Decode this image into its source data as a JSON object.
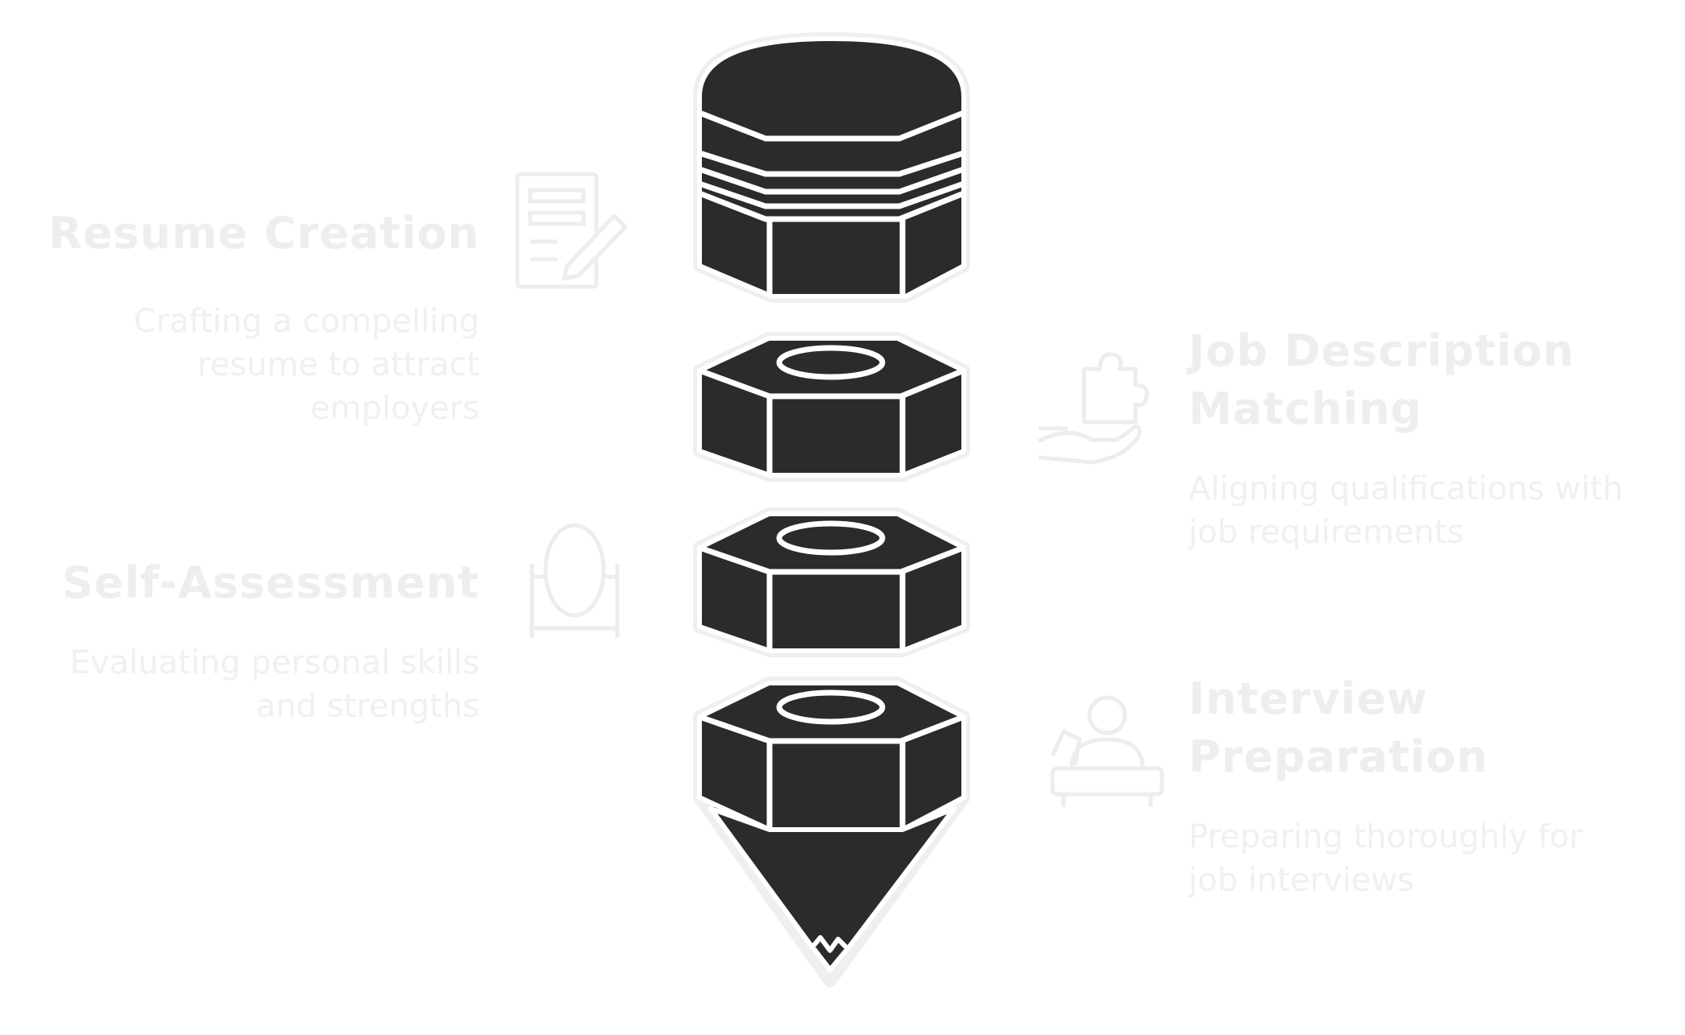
{
  "items": [
    {
      "title": "Resume Creation",
      "description": "Crafting a compelling resume to attract employers",
      "icon": "document-pencil-icon"
    },
    {
      "title": "Job Description Matching",
      "description": "Aligning qualifications with job requirements",
      "icon": "hand-puzzle-icon"
    },
    {
      "title": "Self-Assessment",
      "description": "Evaluating personal skills and strengths",
      "icon": "mirror-icon"
    },
    {
      "title": "Interview Preparation",
      "description": "Preparing thoroughly for job interviews",
      "icon": "person-desk-icon"
    }
  ],
  "colors": {
    "segment_fill": "#2b2b2b",
    "outline": "#ffffff",
    "halo": "#efefef",
    "label_text": "#eeeeee"
  }
}
